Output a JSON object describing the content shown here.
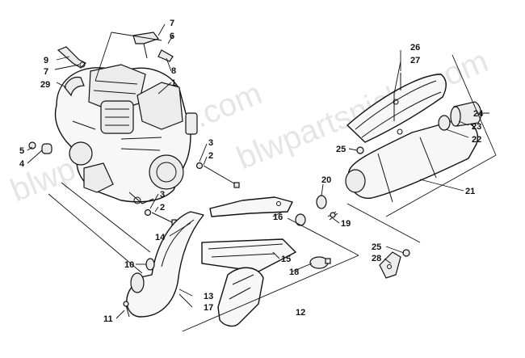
{
  "watermark": "blwpartsniche.com",
  "callouts": [
    {
      "id": "c7a",
      "label": "7"
    },
    {
      "id": "c6",
      "label": "6"
    },
    {
      "id": "c9",
      "label": "9"
    },
    {
      "id": "c7b",
      "label": "7"
    },
    {
      "id": "c29",
      "label": "29"
    },
    {
      "id": "c8",
      "label": "8"
    },
    {
      "id": "c1",
      "label": "1"
    },
    {
      "id": "c5",
      "label": "5"
    },
    {
      "id": "c4",
      "label": "4"
    },
    {
      "id": "c3a",
      "label": "3"
    },
    {
      "id": "c2a",
      "label": "2"
    },
    {
      "id": "c3b",
      "label": "3"
    },
    {
      "id": "c2b",
      "label": "2"
    },
    {
      "id": "c26",
      "label": "26"
    },
    {
      "id": "c27",
      "label": "27"
    },
    {
      "id": "c24",
      "label": "24"
    },
    {
      "id": "c23",
      "label": "23"
    },
    {
      "id": "c22",
      "label": "22"
    },
    {
      "id": "c25a",
      "label": "25"
    },
    {
      "id": "c20",
      "label": "20"
    },
    {
      "id": "c21",
      "label": "21"
    },
    {
      "id": "c19",
      "label": "19"
    },
    {
      "id": "c16",
      "label": "16"
    },
    {
      "id": "c14",
      "label": "14"
    },
    {
      "id": "c25b",
      "label": "25"
    },
    {
      "id": "c28",
      "label": "28"
    },
    {
      "id": "c15",
      "label": "15"
    },
    {
      "id": "c18",
      "label": "18"
    },
    {
      "id": "c10",
      "label": "10"
    },
    {
      "id": "c13",
      "label": "13"
    },
    {
      "id": "c17",
      "label": "17"
    },
    {
      "id": "c12",
      "label": "12"
    },
    {
      "id": "c11",
      "label": "11"
    }
  ]
}
